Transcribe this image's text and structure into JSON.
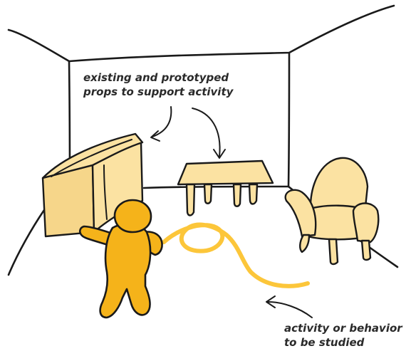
{
  "annotations": {
    "props": {
      "line1": "existing and prototyped",
      "line2": "props to support activity"
    },
    "activity": {
      "line1": "activity or behavior",
      "line2": "to be studied"
    }
  },
  "colors": {
    "prop_fill": "#fbe2a2",
    "person_fill": "#f5b31a",
    "path_stroke": "#fcc63a",
    "ink": "#1a1a1a"
  }
}
